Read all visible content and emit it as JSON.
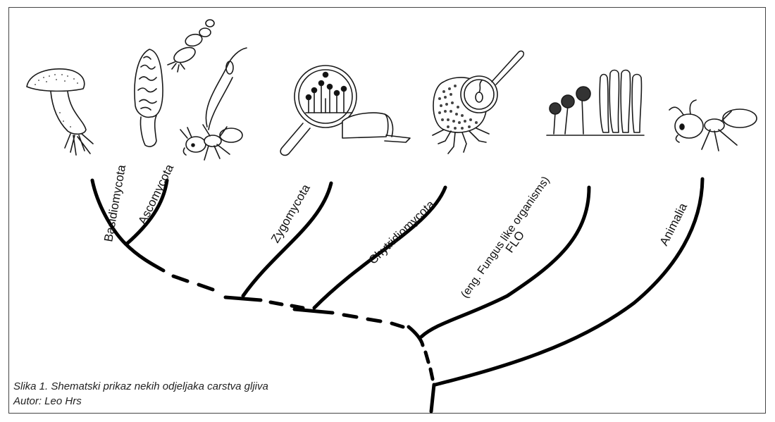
{
  "taxa": {
    "basidiomycota": "Basidiomycota",
    "ascomycota": "Ascomycota",
    "zygomycota": "Zygomycota",
    "chytridiomycota": "Chytridiomycota",
    "flo_line1": "FLO",
    "flo_line2": "(eng. Fungus like organisms)",
    "animalia": "Animalia"
  },
  "caption": {
    "line1": "Slika 1. Shematski prikaz nekih odjeljaka carstva gljiva",
    "line2": "Autor: Leo Hrs"
  },
  "colors": {
    "line": "#000000",
    "background": "#ffffff"
  },
  "icons": [
    "mushroom-icon",
    "morel-icon",
    "spores-icon",
    "cordyceps-ant-icon",
    "magnifier-bread-mold-icon",
    "chytrid-sporangium-icon",
    "slime-mold-icon",
    "ant-icon"
  ]
}
